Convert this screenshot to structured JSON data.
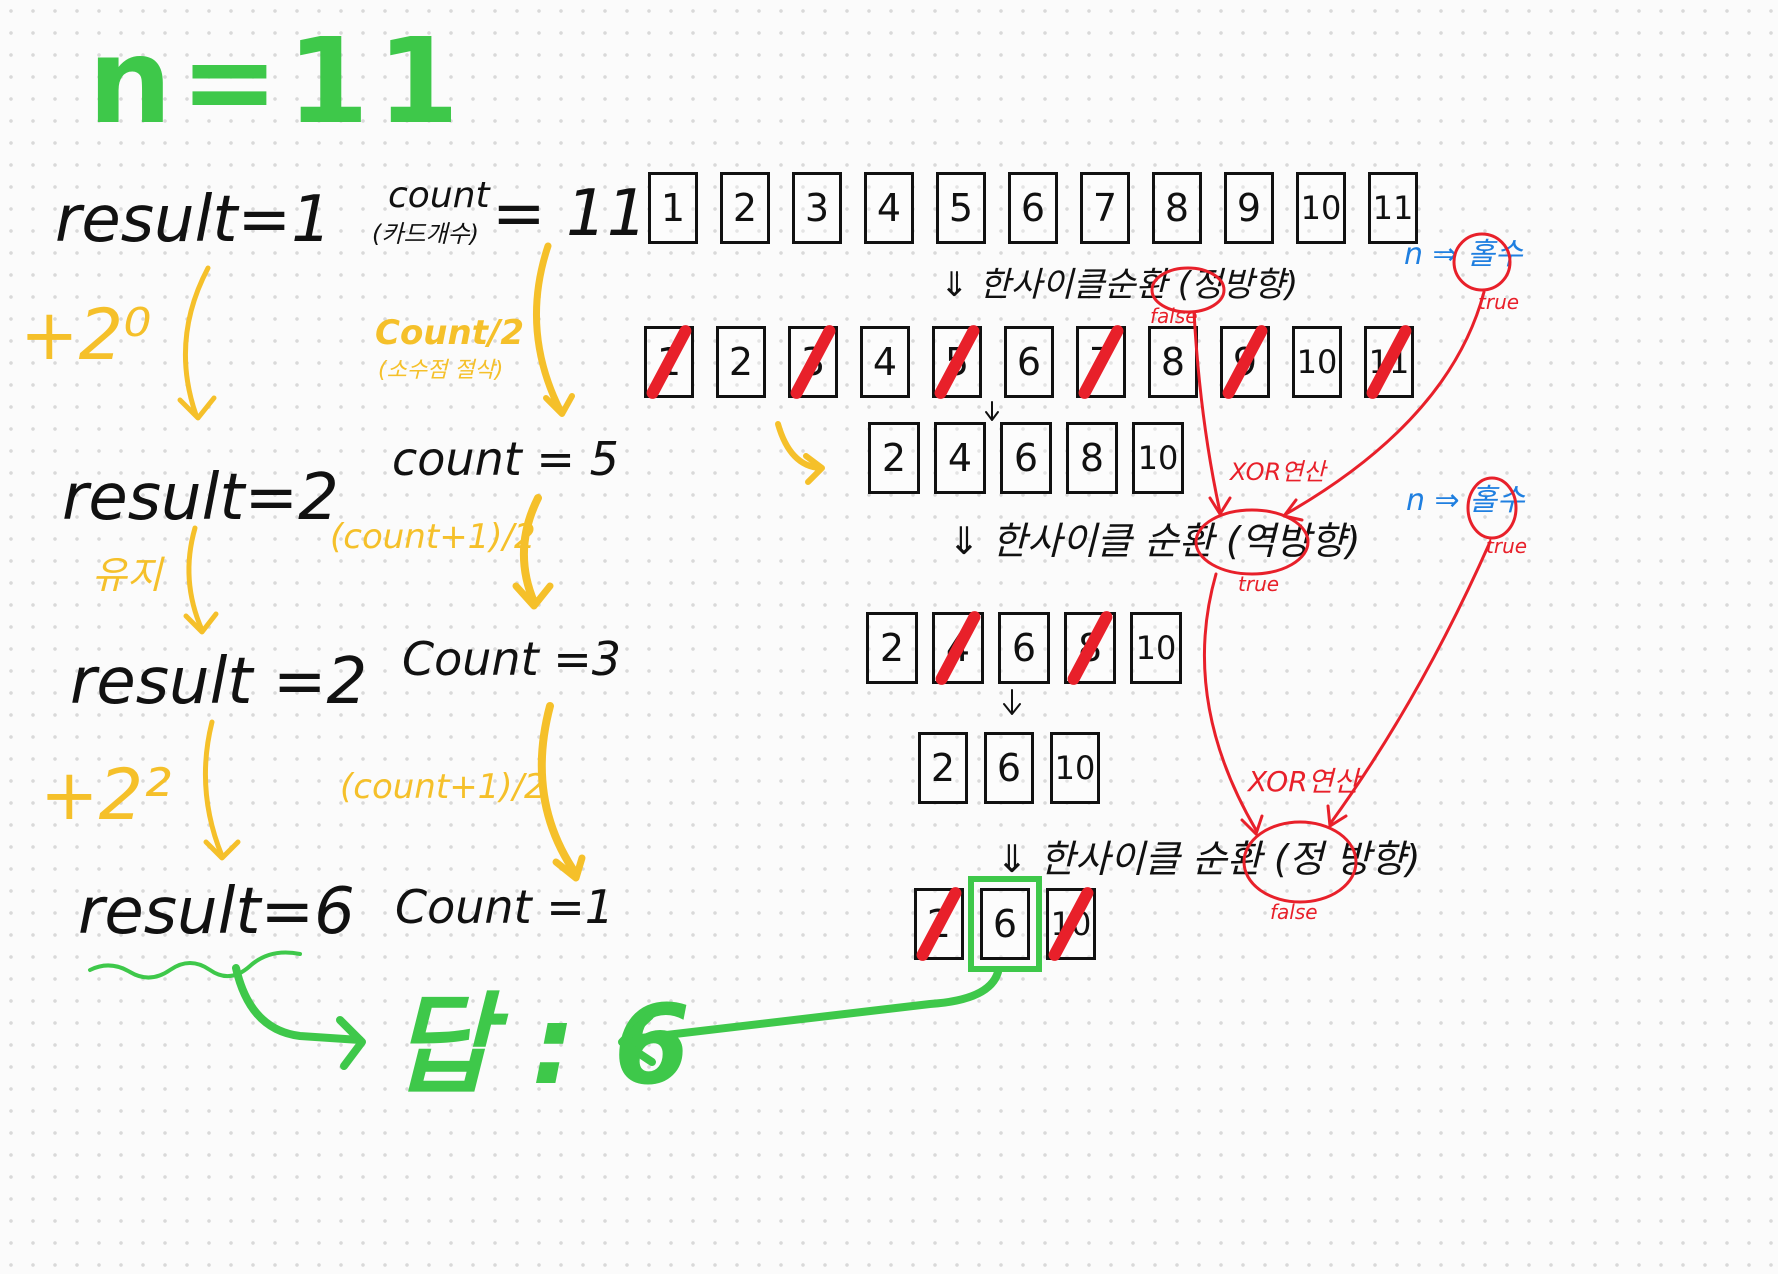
{
  "title": "n=11",
  "result_steps": [
    "result=1",
    "result=2",
    "result =2",
    "result=6"
  ],
  "result_ops": [
    "+2⁰",
    "유지",
    "+2²"
  ],
  "count_steps": [
    "count",
    "= 11",
    "count = 5",
    "Count =3",
    "Count =1"
  ],
  "count_sub": "(카드개수)",
  "count_ops": [
    "Count/2",
    "(소수점 절삭)",
    "(count+1)/2",
    "(count+1)/2"
  ],
  "rows": {
    "r1": [
      "1",
      "2",
      "3",
      "4",
      "5",
      "6",
      "7",
      "8",
      "9",
      "10",
      "11"
    ],
    "r2": [
      "1",
      "2",
      "3",
      "4",
      "5",
      "6",
      "7",
      "8",
      "9",
      "10",
      "11"
    ],
    "r3": [
      "2",
      "4",
      "6",
      "8",
      "10"
    ],
    "r4": [
      "2",
      "4",
      "6",
      "8",
      "10"
    ],
    "r5": [
      "2",
      "6",
      "10"
    ],
    "r6": [
      "2",
      "6",
      "10"
    ]
  },
  "cycle_labels": [
    {
      "text": "⇓ 한사이클순환 (",
      "dir": "정방향",
      "close": ")",
      "sub": "false"
    },
    {
      "text": "⇓ 한사이클 순환 (",
      "dir": "역방향",
      "close": ")",
      "sub": "true"
    },
    {
      "text": "⇓ 한사이클 순환 (",
      "dir": "정 방향",
      "close": ")",
      "sub": "false"
    }
  ],
  "odd_labels": [
    {
      "n": "n ⇒",
      "word": "홀수",
      "sub": "true"
    },
    {
      "n": "n ⇒",
      "word": "홀수",
      "sub": "true"
    }
  ],
  "xor": [
    "XOR연산",
    "XOR연산"
  ],
  "answer": "답 : 6",
  "colors": {
    "green": "#3ec84a",
    "yellow": "#f5c02a",
    "red": "#e8202a",
    "blue": "#1f7fe0",
    "ink": "#111111"
  }
}
